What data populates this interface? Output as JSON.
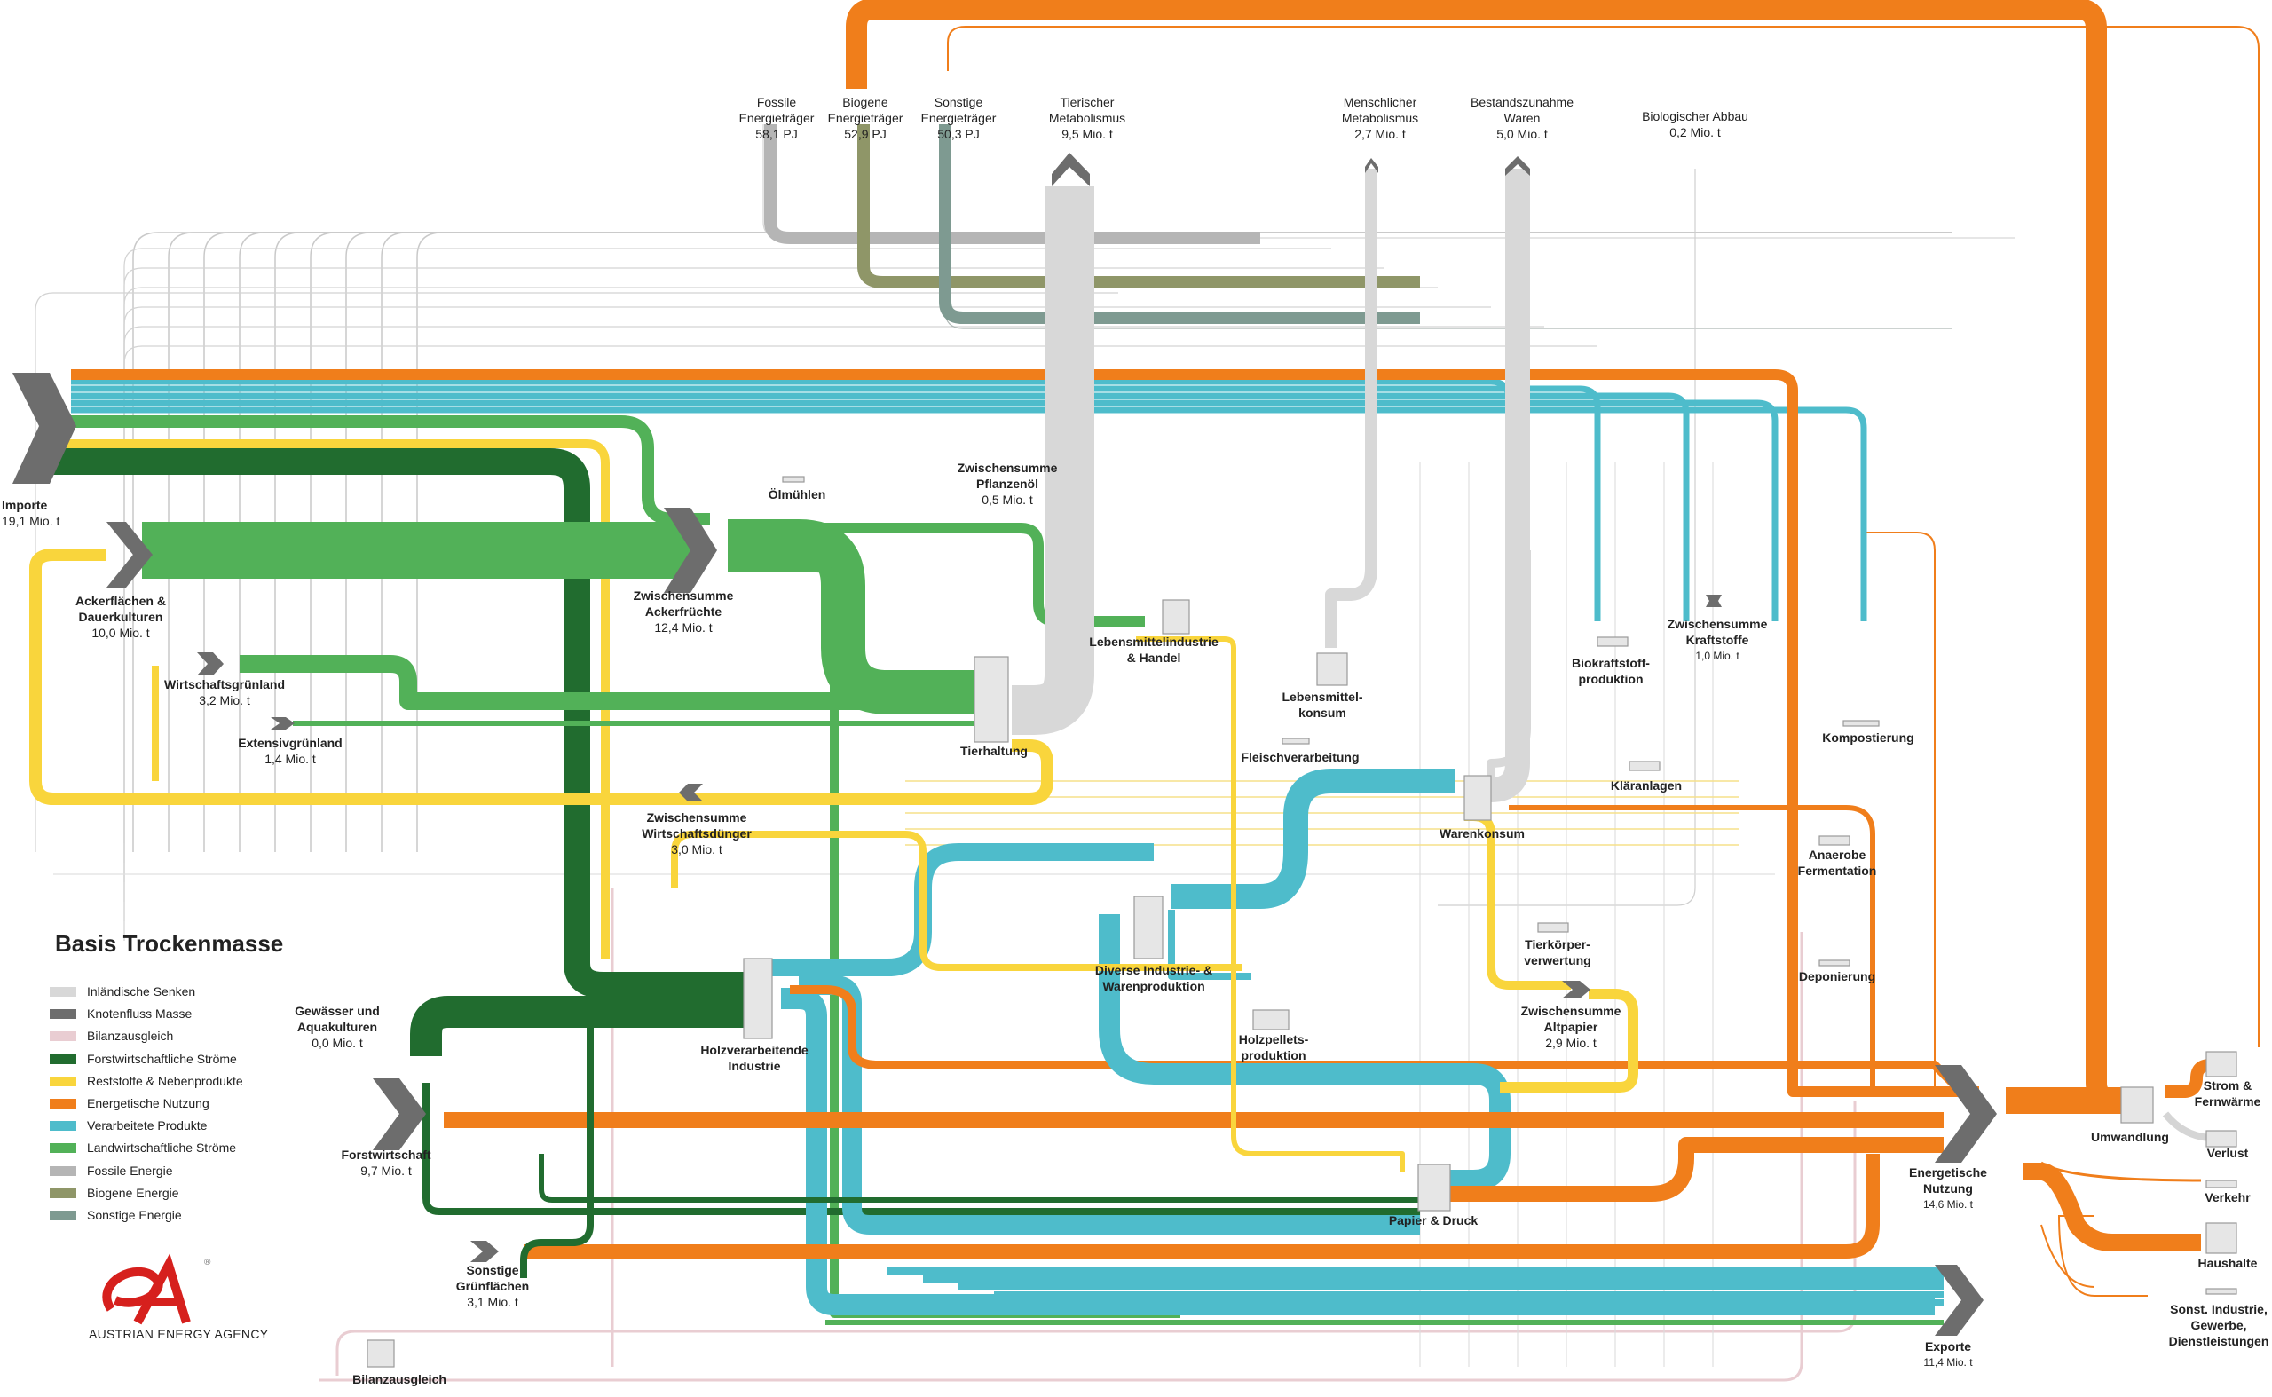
{
  "colors": {
    "inlaendische_senken": "#d8d8d8",
    "knotenfluss": "#6d6d6d",
    "bilanz": "#e9cdd2",
    "forst": "#216c2f",
    "reststoffe": "#f9d53c",
    "energie": "#f07e1b",
    "verarbeitet": "#4ebccb",
    "landwirtschaft": "#52b158",
    "fossil": "#b5b5b5",
    "biogen": "#8f9668",
    "sonstig": "#7e9a91"
  },
  "legend": {
    "title": "Basis Trockenmasse",
    "items": [
      {
        "label": "Inländische Senken",
        "color": "#d8d8d8"
      },
      {
        "label": "Knotenfluss Masse",
        "color": "#6d6d6d"
      },
      {
        "label": "Bilanzausgleich",
        "color": "#e9cdd2"
      },
      {
        "label": "Forstwirtschaftliche Ströme",
        "color": "#216c2f"
      },
      {
        "label": "Reststoffe & Nebenprodukte",
        "color": "#f9d53c"
      },
      {
        "label": "Energetische Nutzung",
        "color": "#f07e1b"
      },
      {
        "label": "Verarbeitete Produkte",
        "color": "#4ebccb"
      },
      {
        "label": "Landwirtschaftliche Ströme",
        "color": "#52b158"
      },
      {
        "label": "Fossile Energie",
        "color": "#b5b5b5"
      },
      {
        "label": "Biogene Energie",
        "color": "#8f9668"
      },
      {
        "label": "Sonstige Energie",
        "color": "#7e9a91"
      }
    ]
  },
  "logo_text": "AUSTRIAN ENERGY AGENCY",
  "top_inputs": {
    "fossile": {
      "name": "Fossile\nEnergieträger",
      "value": "58,1 PJ"
    },
    "biogene": {
      "name": "Biogene\nEnergieträger",
      "value": "52,9 PJ"
    },
    "sonstige": {
      "name": "Sonstige\nEnergieträger",
      "value": "50,3 PJ"
    },
    "tierisch": {
      "name": "Tierischer\nMetabolismus",
      "value": "9,5 Mio. t"
    },
    "mensch": {
      "name": "Menschlicher\nMetabolismus",
      "value": "2,7 Mio. t"
    },
    "bestand": {
      "name": "Bestandszunahme\nWaren",
      "value": "5,0 Mio. t"
    },
    "abbau": {
      "name": "Biologischer Abbau",
      "value": "0,2 Mio. t"
    }
  },
  "nodes": {
    "importe": {
      "name": "Importe",
      "value": "19,1 Mio. t"
    },
    "acker": {
      "name": "Ackerflächen &\nDauerkulturen",
      "value": "10,0 Mio. t"
    },
    "wirtschaftsgruen": {
      "name": "Wirtschaftsgrünland",
      "value": "3,2 Mio. t"
    },
    "extensiv": {
      "name": "Extensivgrünland",
      "value": "1,4 Mio. t"
    },
    "zw_acker": {
      "name": "Zwischensumme\nAckerfrüchte",
      "value": "12,4 Mio. t"
    },
    "zw_duenger": {
      "name": "Zwischensumme\nWirtschaftsdünger",
      "value": "3,0 Mio. t"
    },
    "oelmuehlen": {
      "name": "Ölmühlen",
      "value": ""
    },
    "zw_pflanzenoel": {
      "name": "Zwischensumme\nPflanzenöl",
      "value": "0,5 Mio. t"
    },
    "tierhaltung": {
      "name": "Tierhaltung",
      "value": ""
    },
    "lebensmittelind": {
      "name": "Lebensmittelindustrie\n& Handel",
      "value": ""
    },
    "lebensmittelkonsum": {
      "name": "Lebensmittel-\nkonsum",
      "value": ""
    },
    "fleisch": {
      "name": "Fleischverarbeitung",
      "value": ""
    },
    "biokraftstoff": {
      "name": "Biokraftstoff-\nproduktion",
      "value": ""
    },
    "zw_kraftstoffe": {
      "name": "Zwischensumme\nKraftstoffe",
      "value": "1,0 Mio. t"
    },
    "kompostierung": {
      "name": "Kompostierung",
      "value": ""
    },
    "klaeranlagen": {
      "name": "Kläranlagen",
      "value": ""
    },
    "warenkonsum": {
      "name": "Warenkonsum",
      "value": ""
    },
    "anaerob": {
      "name": "Anaerobe\nFermentation",
      "value": ""
    },
    "tierkoerper": {
      "name": "Tierkörper-\nverwertung",
      "value": ""
    },
    "deponierung": {
      "name": "Deponierung",
      "value": ""
    },
    "diverse": {
      "name": "Diverse Industrie- &\nWarenproduktion",
      "value": ""
    },
    "zw_altpapier": {
      "name": "Zwischensumme\nAltpapier",
      "value": "2,9 Mio. t"
    },
    "holzpellets": {
      "name": "Holzpellets-\nproduktion",
      "value": ""
    },
    "holzind": {
      "name": "Holzverarbeitende\nIndustrie",
      "value": ""
    },
    "gewaesser": {
      "name": "Gewässer und\nAquakulturen",
      "value": "0,0 Mio. t"
    },
    "forstwirtschaft": {
      "name": "Forstwirtschaft",
      "value": "9,7 Mio. t"
    },
    "sonst_gruen": {
      "name": "Sonstige\nGrünflächen",
      "value": "3,1 Mio. t"
    },
    "papier": {
      "name": "Papier & Druck",
      "value": ""
    },
    "bilanzausgleich": {
      "name": "Bilanzausgleich",
      "value": ""
    },
    "energetische": {
      "name": "Energetische\nNutzung",
      "value": "14,6 Mio. t"
    },
    "exporte": {
      "name": "Exporte",
      "value": "11,4 Mio. t"
    },
    "umwandlung": {
      "name": "Umwandlung",
      "value": ""
    },
    "strom": {
      "name": "Strom &\nFernwärme",
      "value": ""
    },
    "verlust": {
      "name": "Verlust",
      "value": ""
    },
    "verkehr": {
      "name": "Verkehr",
      "value": ""
    },
    "haushalte": {
      "name": "Haushalte",
      "value": ""
    },
    "sonst_industrie": {
      "name": "Sonst. Industrie,\nGewerbe,\nDienstleistungen",
      "value": ""
    }
  }
}
